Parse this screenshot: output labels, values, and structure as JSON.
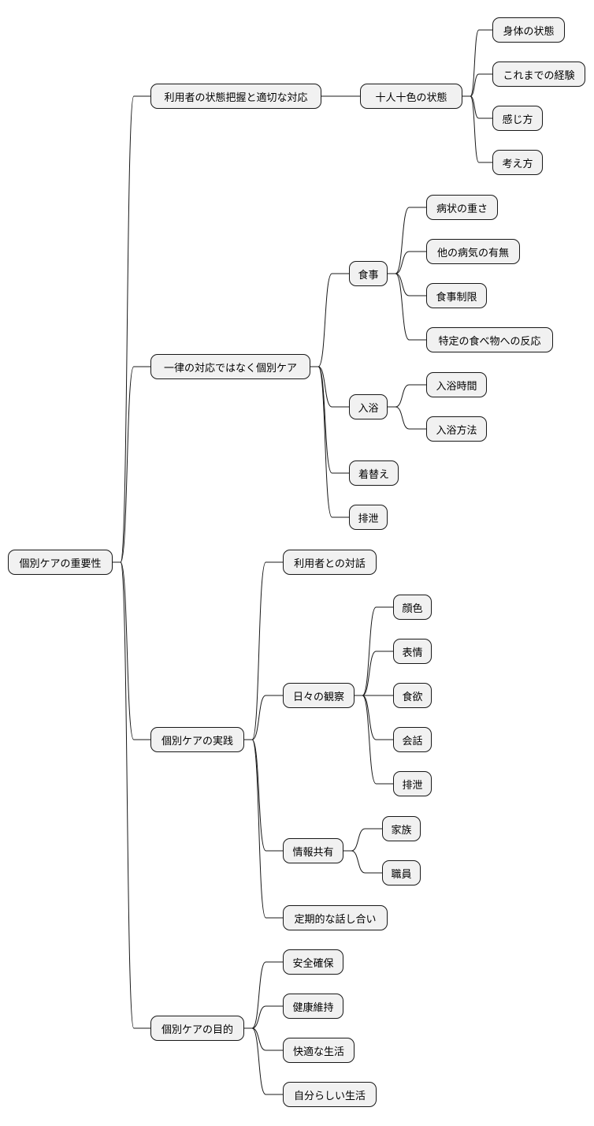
{
  "mindmap": {
    "root": {
      "label": "個別ケアの重要性",
      "children": [
        {
          "label": "利用者の状態把握と適切な対応",
          "children": [
            {
              "label": "十人十色の状態",
              "children": [
                {
                  "label": "身体の状態"
                },
                {
                  "label": "これまでの経験"
                },
                {
                  "label": "感じ方"
                },
                {
                  "label": "考え方"
                }
              ]
            }
          ]
        },
        {
          "label": "一律の対応ではなく個別ケア",
          "children": [
            {
              "label": "食事",
              "children": [
                {
                  "label": "病状の重さ"
                },
                {
                  "label": "他の病気の有無"
                },
                {
                  "label": "食事制限"
                },
                {
                  "label": "特定の食べ物への反応"
                }
              ]
            },
            {
              "label": "入浴",
              "children": [
                {
                  "label": "入浴時間"
                },
                {
                  "label": "入浴方法"
                }
              ]
            },
            {
              "label": "着替え"
            },
            {
              "label": "排泄"
            }
          ]
        },
        {
          "label": "個別ケアの実践",
          "children": [
            {
              "label": "利用者との対話"
            },
            {
              "label": "日々の観察",
              "children": [
                {
                  "label": "顔色"
                },
                {
                  "label": "表情"
                },
                {
                  "label": "食欲"
                },
                {
                  "label": "会話"
                },
                {
                  "label": "排泄"
                }
              ]
            },
            {
              "label": "情報共有",
              "children": [
                {
                  "label": "家族"
                },
                {
                  "label": "職員"
                }
              ]
            },
            {
              "label": "定期的な話し合い"
            }
          ]
        },
        {
          "label": "個別ケアの目的",
          "children": [
            {
              "label": "安全確保"
            },
            {
              "label": "健康維持"
            },
            {
              "label": "快適な生活"
            },
            {
              "label": "自分らしい生活"
            }
          ]
        }
      ]
    }
  }
}
